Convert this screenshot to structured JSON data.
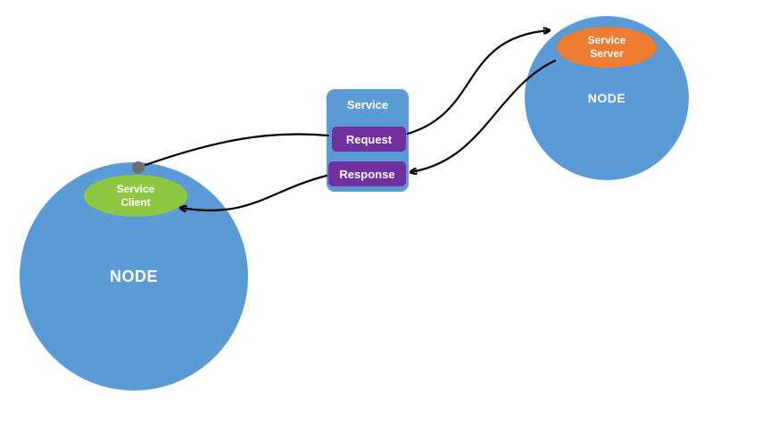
{
  "diagram": {
    "left_node": {
      "label": "NODE"
    },
    "right_node": {
      "label": "NODE"
    },
    "service_client": {
      "label": "Service\nClient"
    },
    "service_server": {
      "label": "Service\nServer"
    },
    "service_box": {
      "title": "Service",
      "request_label": "Request",
      "response_label": "Response"
    },
    "colors": {
      "node_blue": "#5b9bd5",
      "client_green": "#8dc63f",
      "server_orange": "#ed7d31",
      "box_purple": "#7030a0",
      "dot_gray": "#6e6e6e",
      "arrow_black": "#000000",
      "background": "#ffffff"
    }
  }
}
